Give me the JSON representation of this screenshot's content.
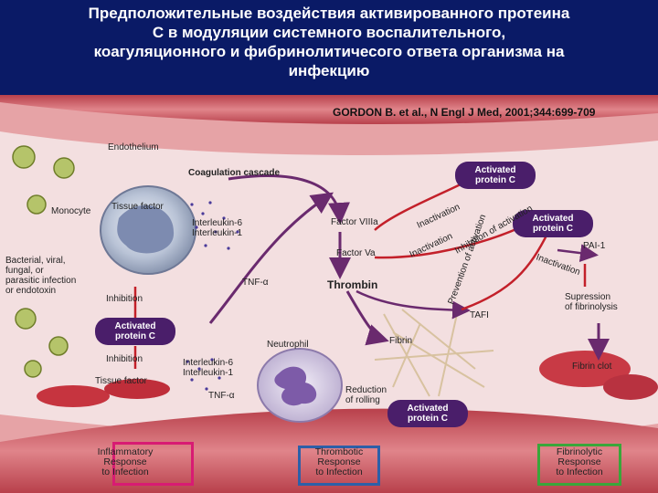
{
  "header": {
    "title": "Предположительные воздействия активированного протеина\nС в модуляции системного воспалительного,\nкоагуляционного и фибринолитичесого ответа организма на\nинфекцию"
  },
  "citation": "GORDON B. et al., N Engl J Med, 2001;344:699-709",
  "colors": {
    "header_bg": "#0a1a66",
    "vessel": "#c94a55",
    "apc_badge": "#4a1e6a",
    "arrow_purple": "#6a2a6e",
    "inhibit_red": "#c3202a",
    "inflammatory_box": "#d81b73",
    "thrombotic_box": "#2d5fa8",
    "fibrinolytic_box": "#3aa63a"
  },
  "labels": {
    "endothelium": "Endothelium",
    "coagulation_cascade": "Coagulation cascade",
    "apc_top": "Activated\nprotein C",
    "apc_mid": "Activated\nprotein C",
    "apc_left": "Activated\nprotein C",
    "apc_bottom": "Activated\nprotein C",
    "tissue_factor": "Tissue factor",
    "monocyte": "Monocyte",
    "interleukin": "Interleukin-6\nInterleukin-1",
    "infection": "Bacterial, viral,\nfungal, or\nparasitic infection\nor endotoxin",
    "tnf_top": "TNF-α",
    "inhibition_top": "Inhibition",
    "factor_viiia": "Factor VIIIa",
    "factor_va": "Factor Va",
    "inactivation_1": "Inactivation",
    "inactivation_2": "Inactivation",
    "inactivation_3": "Inactivation",
    "inhibition_of_activation": "Inhibition of activation",
    "prevention_activation": "Prevention of activation",
    "pai1": "PAI-1",
    "thrombin": "Thrombin",
    "tafi": "TAFI",
    "suppression": "Supression\nof fibrinolysis",
    "fibrin": "Fibrin",
    "fibrin_clot": "Fibrin clot",
    "neutrophil": "Neutrophil",
    "inhibition_bottom": "Inhibition",
    "tissue_factor_bottom": "Tissue factor",
    "interleukin_bottom": "Interleukin-6\nInterleukin-1",
    "tnf_bottom": "TNF-α",
    "reduction_rolling": "Reduction\nof rolling"
  },
  "boxes": {
    "inflammatory": "Inflammatory\nResponse\nto Infection",
    "thrombotic": "Thrombotic\nResponse\nto Infection",
    "fibrinolytic": "Fibrinolytic\nResponse\nto Infection"
  }
}
